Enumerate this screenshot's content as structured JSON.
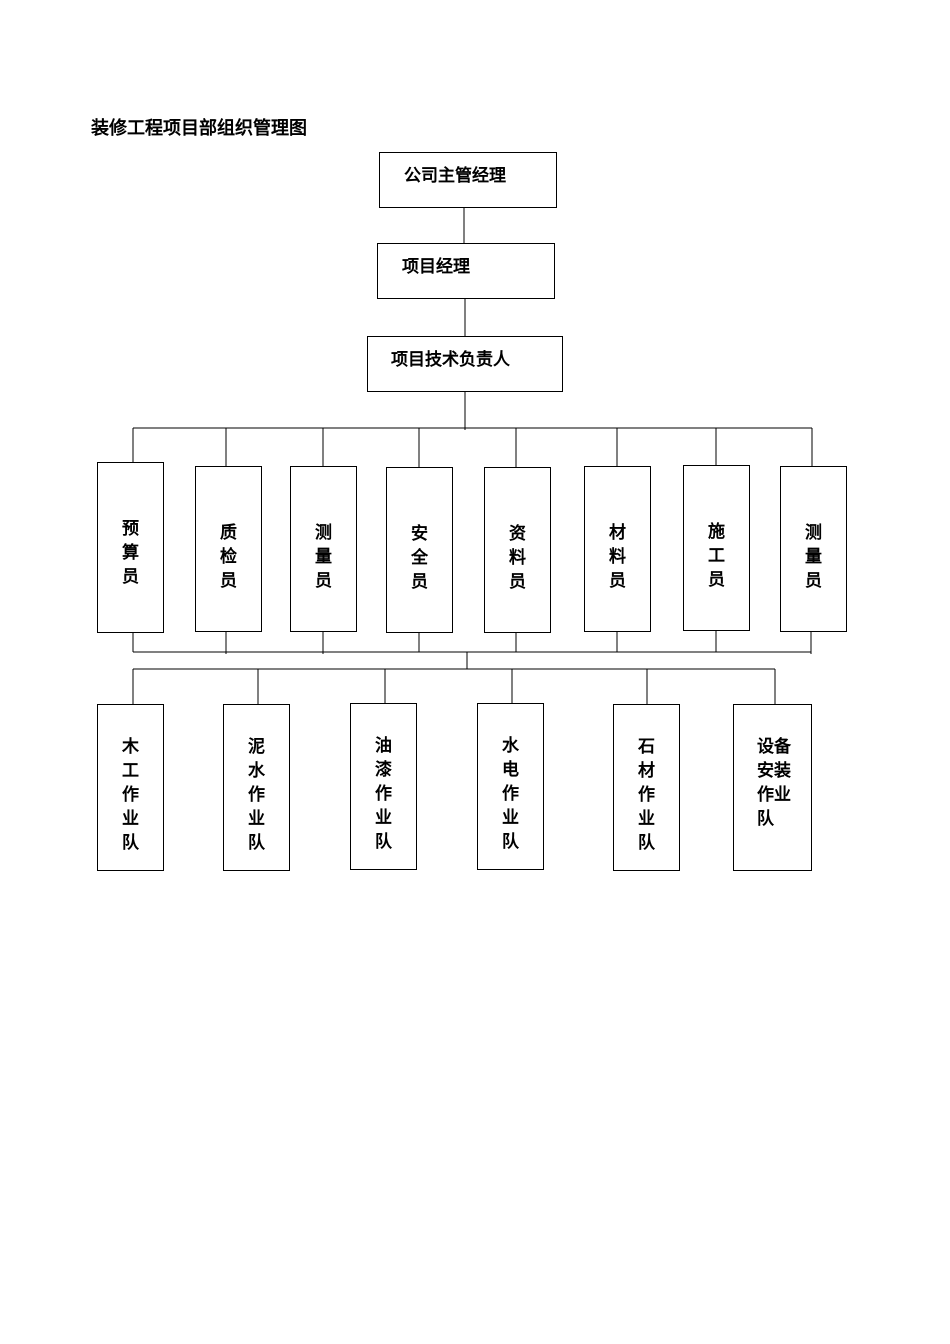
{
  "title": "装修工程项目部组织管理图",
  "top": {
    "company_manager": "公司主管经理",
    "project_manager": "项目经理",
    "tech_lead": "项目技术负责人"
  },
  "staff": [
    "预\n算\n员",
    "质\n检\n员",
    "测\n量\n员",
    "安\n全\n员",
    "资\n料\n员",
    "材\n料\n员",
    "施\n工\n员",
    "测\n量\n员"
  ],
  "teams": [
    "木\n工\n作\n业\n队",
    "泥\n水\n作\n业\n队",
    "油\n漆\n作\n业\n队",
    "水\n电\n作\n业\n队",
    "石\n材\n作\n业\n队",
    "设备\n安装\n作业\n队"
  ]
}
